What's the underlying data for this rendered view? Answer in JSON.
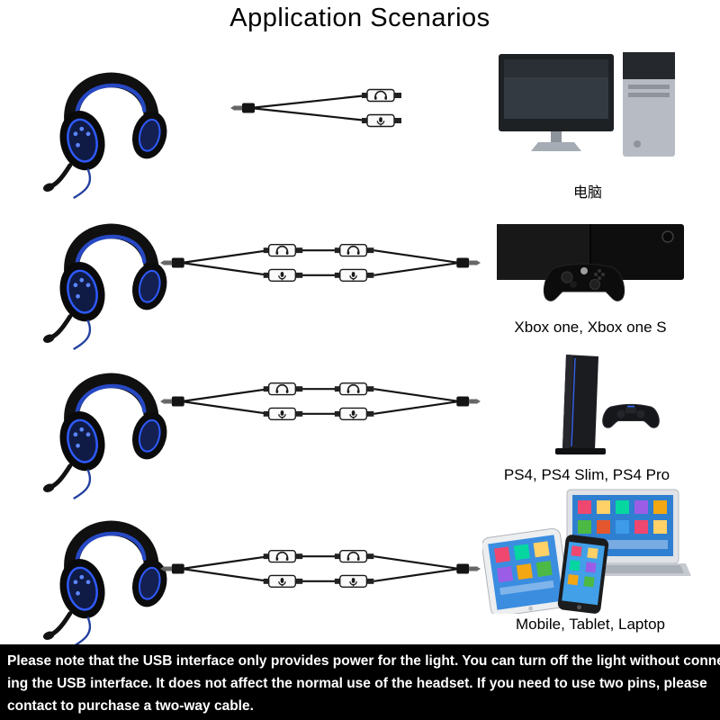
{
  "title": "Application Scenarios",
  "scenarios": [
    {
      "id": "pc",
      "label": "电脑",
      "headset_image": "gaming-headset-blue-led",
      "cable_image": "y-splitter-cable",
      "device_image": "desktop-computer-with-tower"
    },
    {
      "id": "xbox",
      "label": "Xbox one, Xbox one S",
      "headset_image": "gaming-headset-blue-led",
      "cable_image": "splitter-extension-cable",
      "device_image": "xbox-console-with-controller"
    },
    {
      "id": "ps4",
      "label": "PS4, PS4 Slim, PS4 Pro",
      "headset_image": "gaming-headset-blue-led",
      "cable_image": "splitter-extension-cable",
      "device_image": "ps4-console-with-controller"
    },
    {
      "id": "mobile",
      "label": "Mobile, Tablet, Laptop",
      "headset_image": "gaming-headset-blue-led",
      "cable_image": "splitter-extension-cable",
      "device_image": "smartphone-tablet-laptop"
    }
  ],
  "note": {
    "lines": [
      "Please note that the USB interface only provides power for the light. You can turn off the light without connect-",
      "ing the USB interface. It does not affect the normal use of the headset. If you need to use two pins, please",
      "contact to purchase a two-way cable."
    ]
  },
  "colors": {
    "accent_blue": "#2f5bff",
    "note_background": "#000000",
    "note_text": "#ffffff",
    "background": "#ffffff"
  }
}
